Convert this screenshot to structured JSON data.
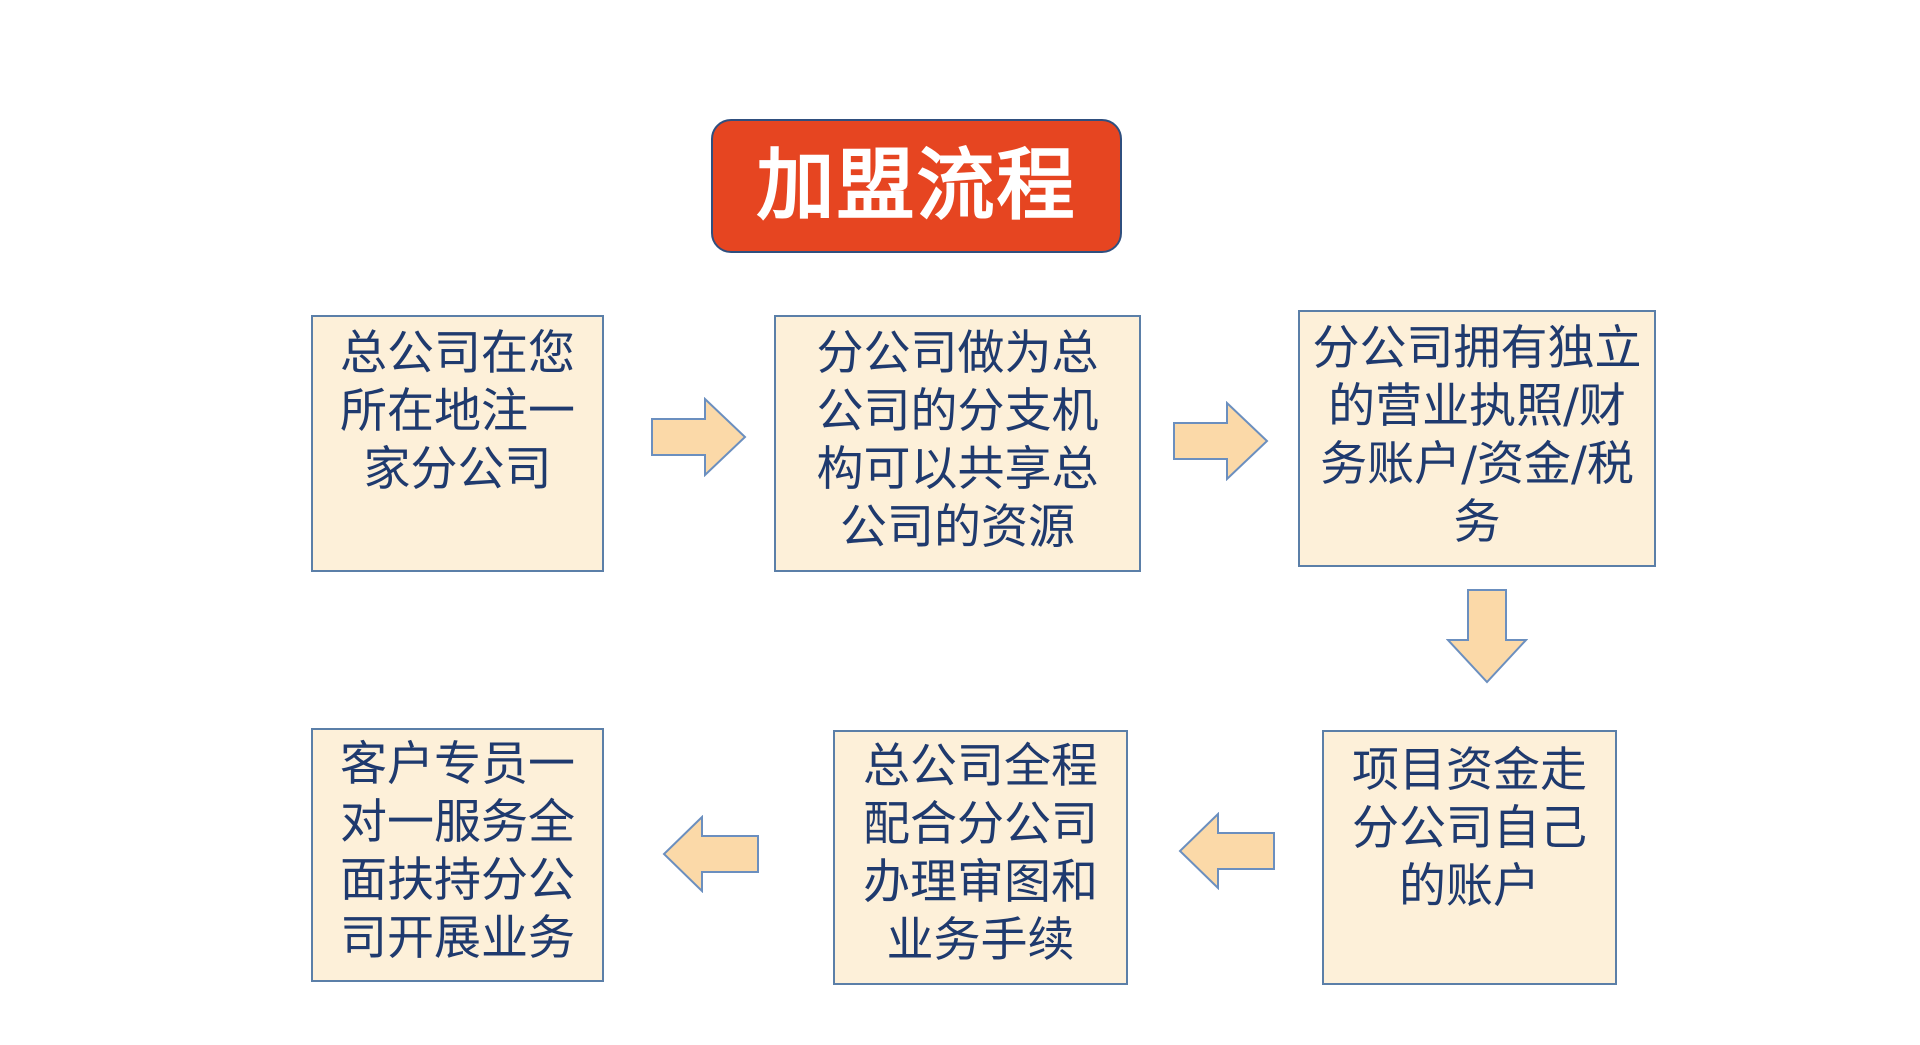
{
  "title": "加盟流程",
  "colors": {
    "title_bg": "#e64521",
    "title_text": "#ffffff",
    "box_fill": "#fdf0d9",
    "box_border": "#5b7fa8",
    "box_text": "#1f3a6e",
    "arrow_fill": "#fbd9a8",
    "arrow_stroke": "#6b8fbf"
  },
  "steps": [
    {
      "text": "总公司在您所在地注一家分公司"
    },
    {
      "text": "分公司做为总公司的分支机构可以共享总公司的资源"
    },
    {
      "text": "分公司拥有独立的营业执照/财务账户/资金/税务"
    },
    {
      "text": "项目资金走分公司自己的账户"
    },
    {
      "text": "总公司全程配合分公司办理审图和业务手续"
    },
    {
      "text": "客户专员一对一服务全面扶持分公司开展业务"
    }
  ],
  "arrows": [
    {
      "direction": "right"
    },
    {
      "direction": "right"
    },
    {
      "direction": "down"
    },
    {
      "direction": "left"
    },
    {
      "direction": "left"
    }
  ]
}
